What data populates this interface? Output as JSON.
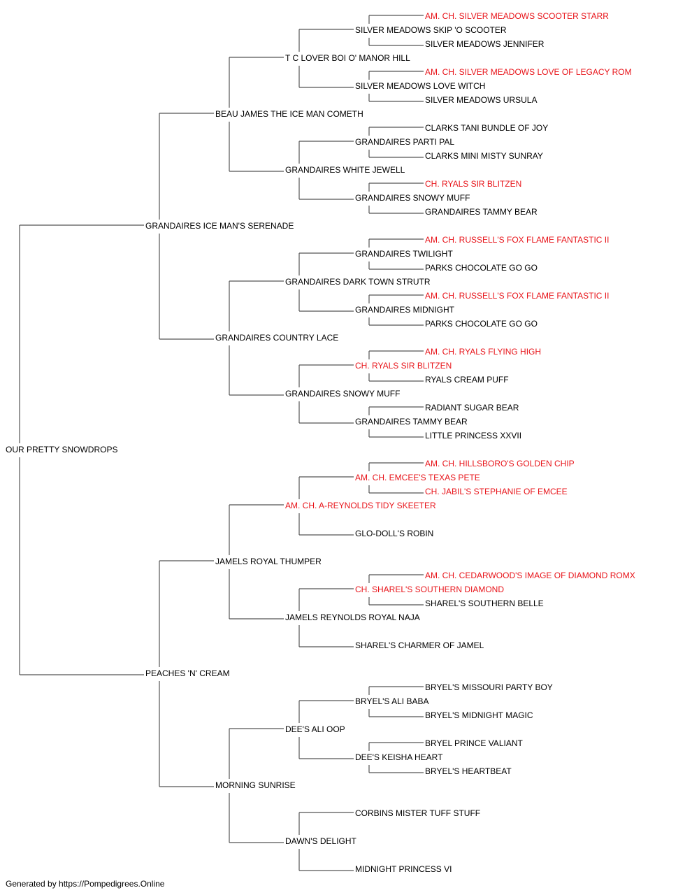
{
  "colors": {
    "normal": "#000000",
    "champion": "#e8141a",
    "line": "#555555"
  },
  "footer": "Generated by https://Pompedigrees.Online",
  "nodes": [
    {
      "id": "root",
      "gen": 0,
      "text": "OUR PRETTY SNOWDROPS",
      "champion": false
    },
    {
      "id": "s",
      "gen": 1,
      "text": "GRANDAIRES ICE MAN'S SERENADE",
      "champion": false
    },
    {
      "id": "d",
      "gen": 1,
      "text": "PEACHES 'N' CREAM",
      "champion": false
    },
    {
      "id": "ss",
      "gen": 2,
      "text": "BEAU JAMES THE ICE MAN COMETH",
      "champion": false
    },
    {
      "id": "sd",
      "gen": 2,
      "text": "GRANDAIRES COUNTRY LACE",
      "champion": false
    },
    {
      "id": "ds",
      "gen": 2,
      "text": "JAMELS ROYAL THUMPER",
      "champion": false
    },
    {
      "id": "dd",
      "gen": 2,
      "text": "MORNING SUNRISE",
      "champion": false
    },
    {
      "id": "sss",
      "gen": 3,
      "text": "T C LOVER BOI O' MANOR HILL",
      "champion": false
    },
    {
      "id": "ssd",
      "gen": 3,
      "text": "GRANDAIRES WHITE JEWELL",
      "champion": false
    },
    {
      "id": "sds",
      "gen": 3,
      "text": "GRANDAIRES DARK TOWN STRUTR",
      "champion": false
    },
    {
      "id": "sdd",
      "gen": 3,
      "text": "GRANDAIRES SNOWY MUFF",
      "champion": false
    },
    {
      "id": "dss",
      "gen": 3,
      "text": "AM. CH. A-REYNOLDS TIDY SKEETER",
      "champion": true
    },
    {
      "id": "dsd",
      "gen": 3,
      "text": "JAMELS REYNOLDS ROYAL NAJA",
      "champion": false
    },
    {
      "id": "dds",
      "gen": 3,
      "text": "DEE'S ALI OOP",
      "champion": false
    },
    {
      "id": "ddd",
      "gen": 3,
      "text": "DAWN'S DELIGHT",
      "champion": false
    },
    {
      "id": "ssss",
      "gen": 4,
      "text": "SILVER MEADOWS SKIP 'O SCOOTER",
      "champion": false
    },
    {
      "id": "sssd",
      "gen": 4,
      "text": "SILVER MEADOWS LOVE WITCH",
      "champion": false
    },
    {
      "id": "ssds",
      "gen": 4,
      "text": "GRANDAIRES PARTI PAL",
      "champion": false
    },
    {
      "id": "ssdd",
      "gen": 4,
      "text": "GRANDAIRES SNOWY MUFF",
      "champion": false
    },
    {
      "id": "sdss",
      "gen": 4,
      "text": "GRANDAIRES TWILIGHT",
      "champion": false
    },
    {
      "id": "sdsd",
      "gen": 4,
      "text": "GRANDAIRES MIDNIGHT",
      "champion": false
    },
    {
      "id": "sdds",
      "gen": 4,
      "text": "CH. RYALS SIR BLITZEN",
      "champion": true
    },
    {
      "id": "sddd",
      "gen": 4,
      "text": "GRANDAIRES TAMMY BEAR",
      "champion": false
    },
    {
      "id": "dsss",
      "gen": 4,
      "text": "AM. CH. EMCEE'S TEXAS PETE",
      "champion": true
    },
    {
      "id": "dssd",
      "gen": 4,
      "text": "GLO-DOLL'S ROBIN",
      "champion": false
    },
    {
      "id": "dsds",
      "gen": 4,
      "text": "CH. SHAREL'S SOUTHERN DIAMOND",
      "champion": true
    },
    {
      "id": "dsdd",
      "gen": 4,
      "text": "SHAREL'S CHARMER OF JAMEL",
      "champion": false
    },
    {
      "id": "ddss",
      "gen": 4,
      "text": "BRYEL'S ALI BABA",
      "champion": false
    },
    {
      "id": "ddsd",
      "gen": 4,
      "text": "DEE'S KEISHA HEART",
      "champion": false
    },
    {
      "id": "ddds",
      "gen": 4,
      "text": "CORBINS MISTER TUFF STUFF",
      "champion": false
    },
    {
      "id": "dddd",
      "gen": 4,
      "text": "MIDNIGHT PRINCESS VI",
      "champion": false
    },
    {
      "id": "sssss",
      "gen": 5,
      "text": "AM. CH. SILVER MEADOWS SCOOTER STARR",
      "champion": true
    },
    {
      "id": "ssssd",
      "gen": 5,
      "text": "SILVER MEADOWS JENNIFER",
      "champion": false
    },
    {
      "id": "sssds",
      "gen": 5,
      "text": "AM. CH. SILVER MEADOWS LOVE OF LEGACY ROM",
      "champion": true
    },
    {
      "id": "sssdd",
      "gen": 5,
      "text": "SILVER MEADOWS URSULA",
      "champion": false
    },
    {
      "id": "ssdss",
      "gen": 5,
      "text": "CLARKS TANI BUNDLE OF JOY",
      "champion": false
    },
    {
      "id": "ssdsd",
      "gen": 5,
      "text": "CLARKS MINI MISTY SUNRAY",
      "champion": false
    },
    {
      "id": "ssdds",
      "gen": 5,
      "text": "CH. RYALS SIR BLITZEN",
      "champion": true
    },
    {
      "id": "ssddd",
      "gen": 5,
      "text": "GRANDAIRES TAMMY BEAR",
      "champion": false
    },
    {
      "id": "sdsss",
      "gen": 5,
      "text": "AM. CH. RUSSELL'S FOX FLAME FANTASTIC II",
      "champion": true
    },
    {
      "id": "sdssd",
      "gen": 5,
      "text": "PARKS CHOCOLATE GO GO",
      "champion": false
    },
    {
      "id": "sdsds",
      "gen": 5,
      "text": "AM. CH. RUSSELL'S FOX FLAME FANTASTIC II",
      "champion": true
    },
    {
      "id": "sdsdd",
      "gen": 5,
      "text": "PARKS CHOCOLATE GO GO",
      "champion": false
    },
    {
      "id": "sddss",
      "gen": 5,
      "text": "AM. CH. RYALS FLYING HIGH",
      "champion": true
    },
    {
      "id": "sddsd",
      "gen": 5,
      "text": "RYALS CREAM PUFF",
      "champion": false
    },
    {
      "id": "sddds",
      "gen": 5,
      "text": "RADIANT SUGAR BEAR",
      "champion": false
    },
    {
      "id": "sdddd",
      "gen": 5,
      "text": "LITTLE PRINCESS XXVII",
      "champion": false
    },
    {
      "id": "dssss",
      "gen": 5,
      "text": "AM. CH. HILLSBORO'S GOLDEN CHIP",
      "champion": true
    },
    {
      "id": "dsssd",
      "gen": 5,
      "text": "CH. JABIL'S STEPHANIE OF EMCEE",
      "champion": true
    },
    {
      "id": "dsdss",
      "gen": 5,
      "text": "AM. CH. CEDARWOOD'S IMAGE OF DIAMOND ROMX",
      "champion": true
    },
    {
      "id": "dsdsd",
      "gen": 5,
      "text": "SHAREL'S SOUTHERN BELLE",
      "champion": false
    },
    {
      "id": "ddsss",
      "gen": 5,
      "text": "BRYEL'S MISSOURI PARTY BOY",
      "champion": false
    },
    {
      "id": "ddssd",
      "gen": 5,
      "text": "BRYEL'S MIDNIGHT MAGIC",
      "champion": false
    },
    {
      "id": "ddsds",
      "gen": 5,
      "text": "BRYEL PRINCE VALIANT",
      "champion": false
    },
    {
      "id": "ddsdd",
      "gen": 5,
      "text": "BRYEL'S HEARTBEAT",
      "champion": false
    }
  ]
}
